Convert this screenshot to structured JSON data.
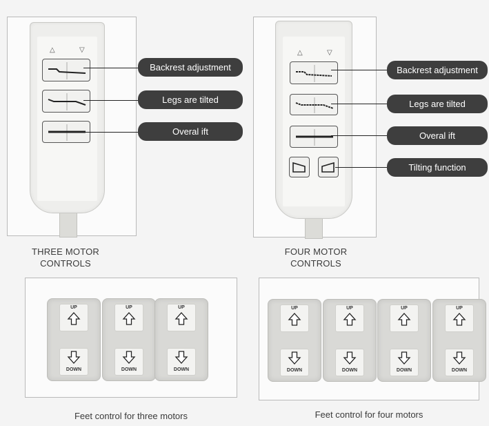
{
  "left_panel": {
    "callouts": [
      "Backrest adjustment",
      "Legs are tilted",
      "Overal ift"
    ],
    "caption_line1": "THREE MOTOR",
    "caption_line2": "CONTROLS"
  },
  "right_panel": {
    "callouts": [
      "Backrest adjustment",
      "Legs are tilted",
      "Overal ift",
      "Tilting function"
    ],
    "caption_line1": "FOUR MOTOR",
    "caption_line2": "CONTROLS"
  },
  "foot_left": {
    "up_label": "UP",
    "down_label": "DOWN",
    "caption": "Feet control for three motors"
  },
  "foot_right": {
    "up_label": "UP",
    "down_label": "DOWN",
    "caption": "Feet control for four motors"
  },
  "colors": {
    "callout_bg": "#3e3e3e",
    "callout_text": "#ffffff"
  }
}
